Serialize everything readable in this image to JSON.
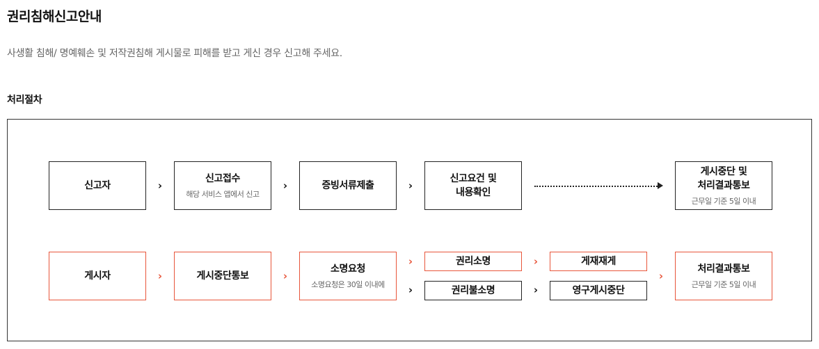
{
  "page": {
    "title": "권리침해신고안내",
    "description": "사생활 침해/ 명예훼손 및 저작권침해 게시물로 피해를 받고 게신 경우 신고해 주세요.",
    "section_title": "처리절차"
  },
  "flow_top": {
    "reporter": {
      "label": "신고자"
    },
    "receipt": {
      "label": "신고접수",
      "note": "해당 서비스 앱에서 신고"
    },
    "evidence": {
      "label": "증빙서류제출"
    },
    "review": {
      "label_line1": "신고요건 및",
      "label_line2": "내용확인"
    },
    "suspend_notify": {
      "label_line1": "게시중단 및",
      "label_line2": "처리결과통보",
      "note": "근무일 기준 5일 이내"
    },
    "arrow_glyph": "›"
  },
  "flow_bottom": {
    "poster": {
      "label": "게시자"
    },
    "suspend_notice": {
      "label": "게시중단통보"
    },
    "explain_request": {
      "label": "소명요청",
      "note": "소명요청은 30일 이내에"
    },
    "explained": {
      "label": "권리소명"
    },
    "not_explained": {
      "label": "권리불소명"
    },
    "repost": {
      "label": "게재재게"
    },
    "permanent_suspend": {
      "label": "영구게시중단"
    },
    "result_notify": {
      "label": "처리결과통보",
      "note": "근무일 기준 5일 이내"
    },
    "arrow_glyph": "›"
  },
  "colors": {
    "accent": "#e8553a",
    "border": "#222222",
    "muted": "#666666"
  }
}
